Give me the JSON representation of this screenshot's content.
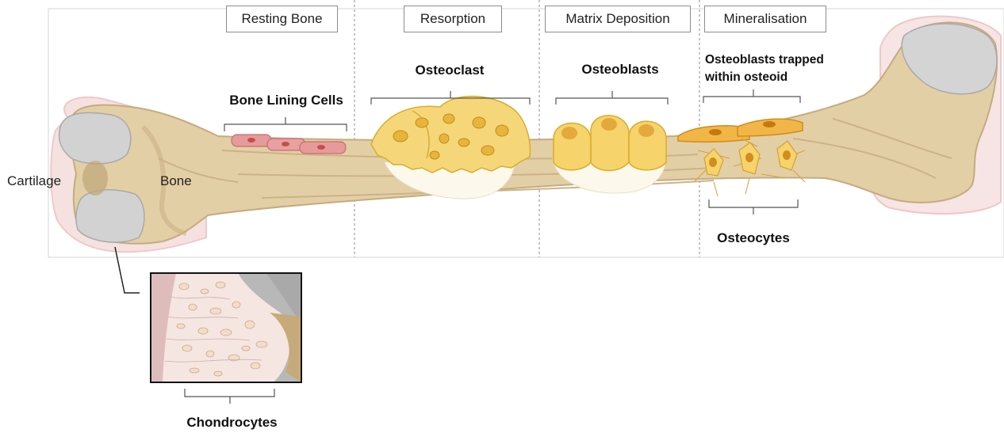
{
  "phases": [
    {
      "label": "Resting Bone"
    },
    {
      "label": "Resorption"
    },
    {
      "label": "Matrix Deposition"
    },
    {
      "label": "Mineralisation"
    }
  ],
  "labels": {
    "cartilage": "Cartilage",
    "bone": "Bone",
    "bone_lining_cells": "Bone Lining Cells",
    "osteoclast": "Osteoclast",
    "osteoblasts": "Osteoblasts",
    "osteoblasts_trapped": "Osteoblasts trapped within osteoid",
    "osteocytes": "Osteocytes",
    "chondrocytes": "Chondrocytes"
  },
  "colors": {
    "bone": "#e3cfa6",
    "bone_shadow": "#c9b086",
    "cartilage_outline": "#f2d3d3",
    "joint_cartilage": "#cfcfcf",
    "lining_cells": "#e79a9a",
    "osteoclast": "#f5d77a",
    "osteoblast": "#f6d36b",
    "osteoid": "#fbf6ea",
    "frame_border": "#dddddd"
  }
}
